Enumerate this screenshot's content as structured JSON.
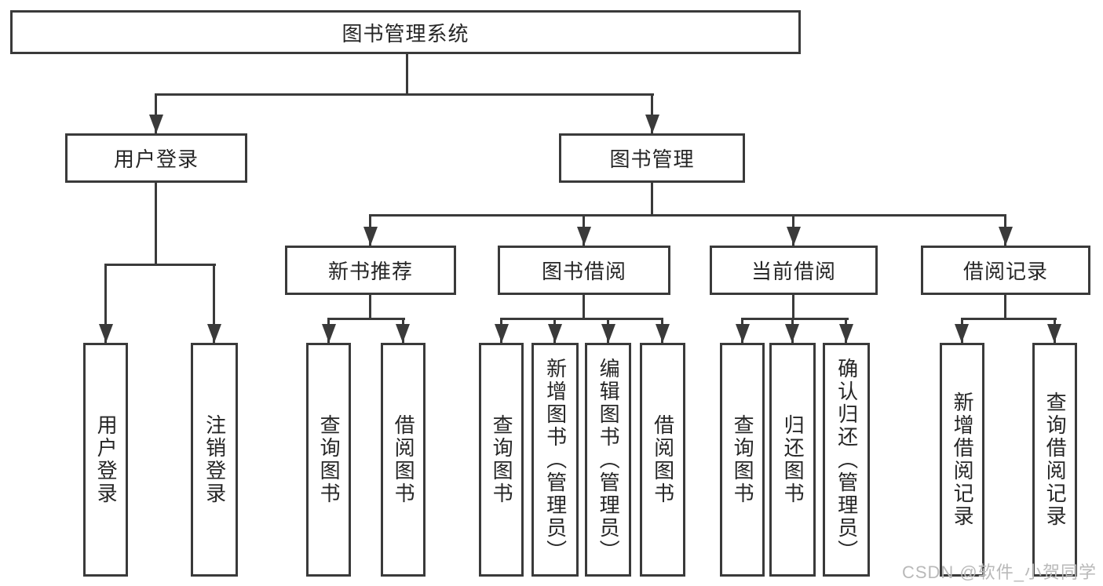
{
  "diagram": {
    "root": "图书管理系统",
    "level2": {
      "user_login": "用户登录",
      "book_mgmt": "图书管理"
    },
    "level3": {
      "new_books": "新书推荐",
      "book_borrow": "图书借阅",
      "current_borrow": "当前借阅",
      "borrow_records": "借阅记录"
    },
    "leaves": {
      "user_login": [
        "用户登录",
        "注销登录"
      ],
      "new_books": [
        "查询图书",
        "借阅图书"
      ],
      "book_borrow": [
        "查询图书",
        "新增图书（管理员）",
        "编辑图书（管理员）",
        "借阅图书"
      ],
      "current_borrow": [
        "查询图书",
        "归还图书",
        "确认归还（管理员）"
      ],
      "borrow_records": [
        "新增借阅记录",
        "查询借阅记录"
      ]
    }
  },
  "watermark": "CSDN @软件_小贺同学",
  "colors": {
    "line": "#3a3a3a",
    "text": "#262626",
    "watermark": "#b9b9b9",
    "background": "#ffffff"
  }
}
